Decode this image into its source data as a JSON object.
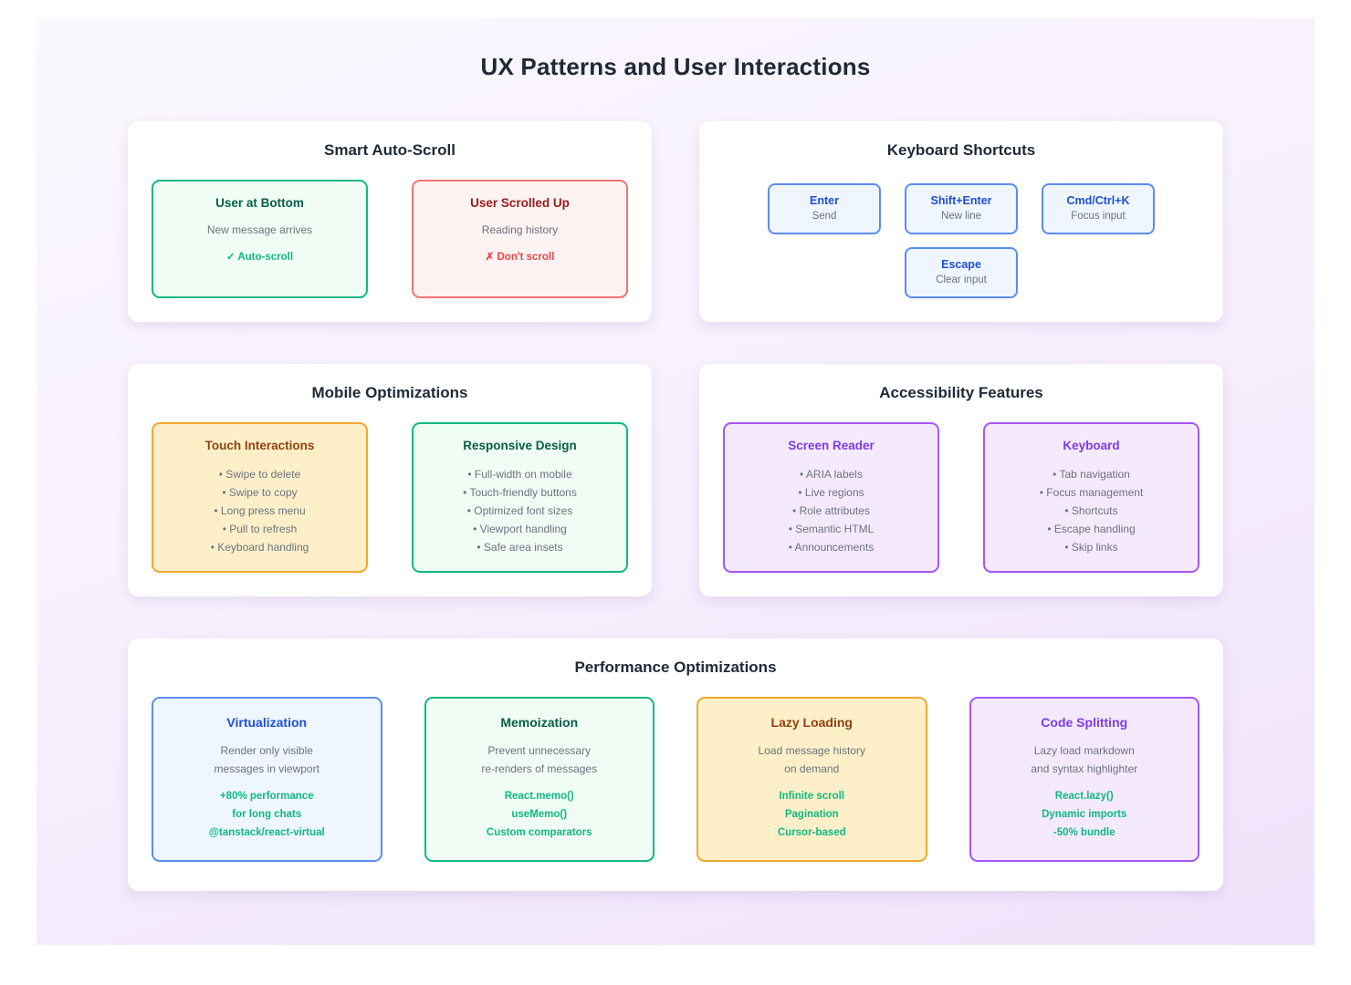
{
  "page": {
    "title": "UX Patterns and User Interactions",
    "background_start": "#faf7fe",
    "background_end": "#efe2fb"
  },
  "sections": {
    "auto_scroll": {
      "title": "Smart Auto-Scroll",
      "cards": [
        {
          "title": "User at Bottom",
          "desc": "New message arrives",
          "accent": "✓ Auto-scroll",
          "accent_color": "#10b981",
          "border_color": "#10b981"
        },
        {
          "title": "User Scrolled Up",
          "desc": "Reading history",
          "accent": "✗ Don't scroll",
          "accent_color": "#ef4444",
          "border_color": "#f87171"
        }
      ]
    },
    "keyboard_shortcuts": {
      "title": "Keyboard Shortcuts",
      "keys_row1": [
        {
          "key": "Enter",
          "desc": "Send"
        },
        {
          "key": "Shift+Enter",
          "desc": "New line"
        },
        {
          "key": "Cmd/Ctrl+K",
          "desc": "Focus input"
        }
      ],
      "keys_row2": [
        {
          "key": "Escape",
          "desc": "Clear input"
        }
      ]
    },
    "mobile": {
      "title": "Mobile Optimizations",
      "cards": [
        {
          "title": "Touch Interactions",
          "border_color": "#f0a830",
          "bullets": [
            "• Swipe to delete",
            "• Swipe to copy",
            "• Long press menu",
            "• Pull to refresh",
            "• Keyboard handling"
          ]
        },
        {
          "title": "Responsive Design",
          "border_color": "#10b981",
          "bullets": [
            "• Full-width on mobile",
            "• Touch-friendly buttons",
            "• Optimized font sizes",
            "• Viewport handling",
            "• Safe area insets"
          ]
        }
      ]
    },
    "accessibility": {
      "title": "Accessibility Features",
      "cards": [
        {
          "title": "Screen Reader",
          "border_color": "#a855f7",
          "bullets": [
            "• ARIA labels",
            "• Live regions",
            "• Role attributes",
            "• Semantic HTML",
            "• Announcements"
          ]
        },
        {
          "title": "Keyboard",
          "border_color": "#a855f7",
          "bullets": [
            "• Tab navigation",
            "• Focus management",
            "• Shortcuts",
            "• Escape handling",
            "• Skip links"
          ]
        }
      ]
    },
    "performance": {
      "title": "Performance Optimizations",
      "cards": [
        {
          "title": "Virtualization",
          "border_color": "#5b8def",
          "desc_line1": "Render only visible",
          "desc_line2": "messages in viewport",
          "accents": [
            "+80% performance",
            "for long chats",
            "@tanstack/react-virtual"
          ]
        },
        {
          "title": "Memoization",
          "border_color": "#10b981",
          "desc_line1": "Prevent unnecessary",
          "desc_line2": "re-renders of messages",
          "accents": [
            "React.memo()",
            "useMemo()",
            "Custom comparators"
          ]
        },
        {
          "title": "Lazy Loading",
          "border_color": "#f0a830",
          "desc_line1": "Load message history",
          "desc_line2": "on demand",
          "accents": [
            "Infinite scroll",
            "Pagination",
            "Cursor-based"
          ]
        },
        {
          "title": "Code Splitting",
          "border_color": "#a855f7",
          "desc_line1": "Lazy load markdown",
          "desc_line2": "and syntax highlighter",
          "accents": [
            "React.lazy()",
            "Dynamic imports",
            "-50% bundle"
          ]
        }
      ]
    }
  }
}
